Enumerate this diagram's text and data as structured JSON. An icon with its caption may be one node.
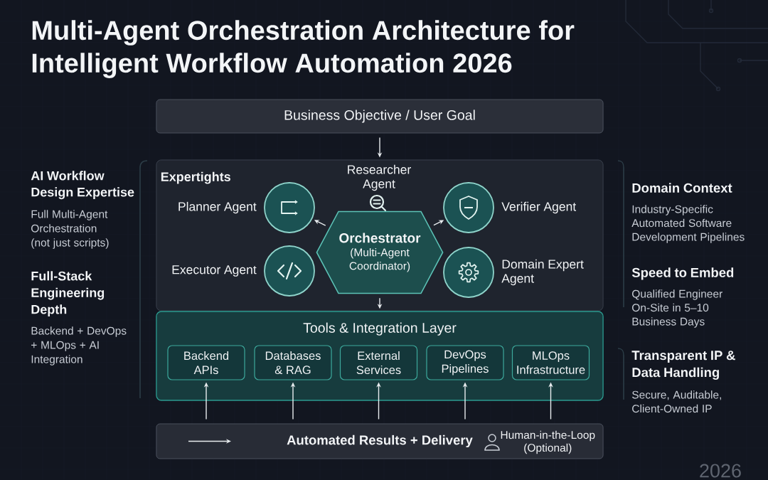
{
  "diagram": {
    "title": "Multi-Agent Orchestration Architecture for Intelligent Workflow Automation 2026",
    "nodes": [
      {
        "text": [
          "Business Objective / User Goal"
        ]
      },
      {
        "text": [
          "Expertights"
        ]
      },
      {
        "text": [
          "Planner Agent"
        ],
        "in": 1
      },
      {
        "text": [
          "Researcher Agent"
        ],
        "in": 1
      },
      {
        "text": [
          "Verifier Agent"
        ],
        "in": 1
      },
      {
        "text": [
          "Orchestrator",
          "(Multi-Agent Coordinator)"
        ],
        "in": 1
      },
      {
        "text": [
          "Executor Agent"
        ],
        "in": 1
      },
      {
        "text": [
          "Domain Expert Agent"
        ],
        "in": 1
      },
      {
        "text": [
          "Tools & Integration Layer"
        ]
      },
      {
        "text": [
          "Backend APIs"
        ],
        "in": 8
      },
      {
        "text": [
          "Databases & RAG"
        ],
        "in": 8
      },
      {
        "text": [
          "External Services"
        ],
        "in": 8
      },
      {
        "text": [
          "DevOps Pipelines"
        ],
        "in": 8
      },
      {
        "text": [
          "MLOps Infrastructure"
        ],
        "in": 8
      },
      {
        "text": [
          "Automated Results + Delivery",
          "Human-in-the-Loop (Optional)"
        ]
      }
    ],
    "edges": [
      {
        "from": 0,
        "to": 1,
        "arrow": "to"
      },
      {
        "from": 5,
        "to": 2,
        "arrow": "to"
      },
      {
        "from": 5,
        "to": 4,
        "arrow": "to"
      },
      {
        "from": 5,
        "to": 8,
        "arrow": "to"
      },
      {
        "from": 14,
        "to": 9,
        "arrow": "to"
      },
      {
        "from": 14,
        "to": 10,
        "arrow": "to"
      },
      {
        "from": 14,
        "to": 11,
        "arrow": "to"
      },
      {
        "from": 14,
        "to": 12,
        "arrow": "to"
      },
      {
        "from": 14,
        "to": 13,
        "arrow": "to"
      }
    ],
    "labels": [
      "AI Workflow Design Expertise",
      "Full Multi-Agent Orchestration (not just scripts)",
      "Full-Stack Engineering Depth",
      "Backend + DevOps + MLOps + AI Integration",
      "Domain Context",
      "Industry-Specific Automated Software Development Pipelines",
      "Speed to Embed",
      "Qualified Engineer On-Site in 5–10 Business Days",
      "Transparent IP & Data Handling",
      "Secure, Auditable, Client-Owned IP",
      "2026"
    ]
  }
}
